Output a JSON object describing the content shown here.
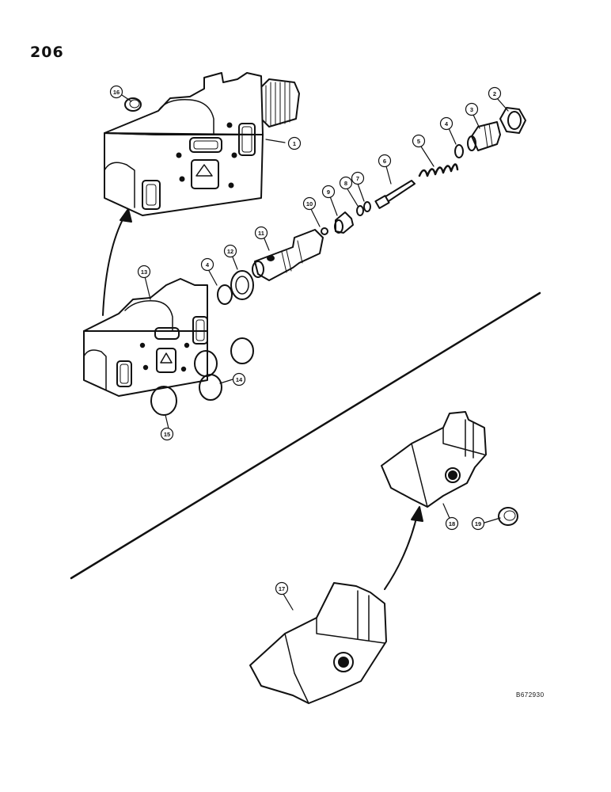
{
  "page": {
    "number": "206",
    "reference_code": "B672930"
  },
  "callouts": [
    {
      "id": "c1",
      "label": "1"
    },
    {
      "id": "c2",
      "label": "2"
    },
    {
      "id": "c3",
      "label": "3"
    },
    {
      "id": "c4a",
      "label": "4"
    },
    {
      "id": "c5",
      "label": "5"
    },
    {
      "id": "c6",
      "label": "6"
    },
    {
      "id": "c7",
      "label": "7"
    },
    {
      "id": "c8",
      "label": "8"
    },
    {
      "id": "c9",
      "label": "9"
    },
    {
      "id": "c10",
      "label": "10"
    },
    {
      "id": "c11",
      "label": "11"
    },
    {
      "id": "c12",
      "label": "12"
    },
    {
      "id": "c4b",
      "label": "4"
    },
    {
      "id": "c13",
      "label": "13"
    },
    {
      "id": "c14",
      "label": "14"
    },
    {
      "id": "c15",
      "label": "15"
    },
    {
      "id": "c16",
      "label": "16"
    },
    {
      "id": "c17",
      "label": "17"
    },
    {
      "id": "c18",
      "label": "18"
    },
    {
      "id": "c19",
      "label": "19"
    }
  ]
}
